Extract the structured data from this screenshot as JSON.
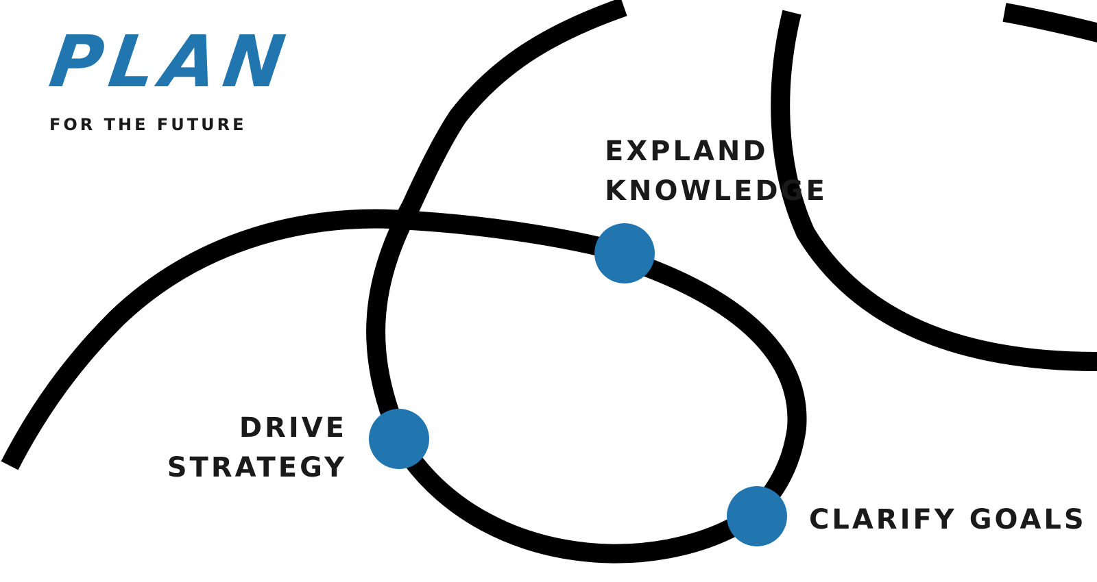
{
  "title": "PLAN",
  "subtitle": "FOR THE FUTURE",
  "labels": {
    "explore_line1": "EXPLAND",
    "explore_line2": "KNOWLEDGE",
    "drive_line1": "DRIVE",
    "drive_line2": "STRATEGY",
    "clarify": "CLARIFY GOALS"
  },
  "colors": {
    "accent": "#2176b0",
    "line": "#000000",
    "text": "#1a1a1a",
    "background": "#ffffff"
  }
}
